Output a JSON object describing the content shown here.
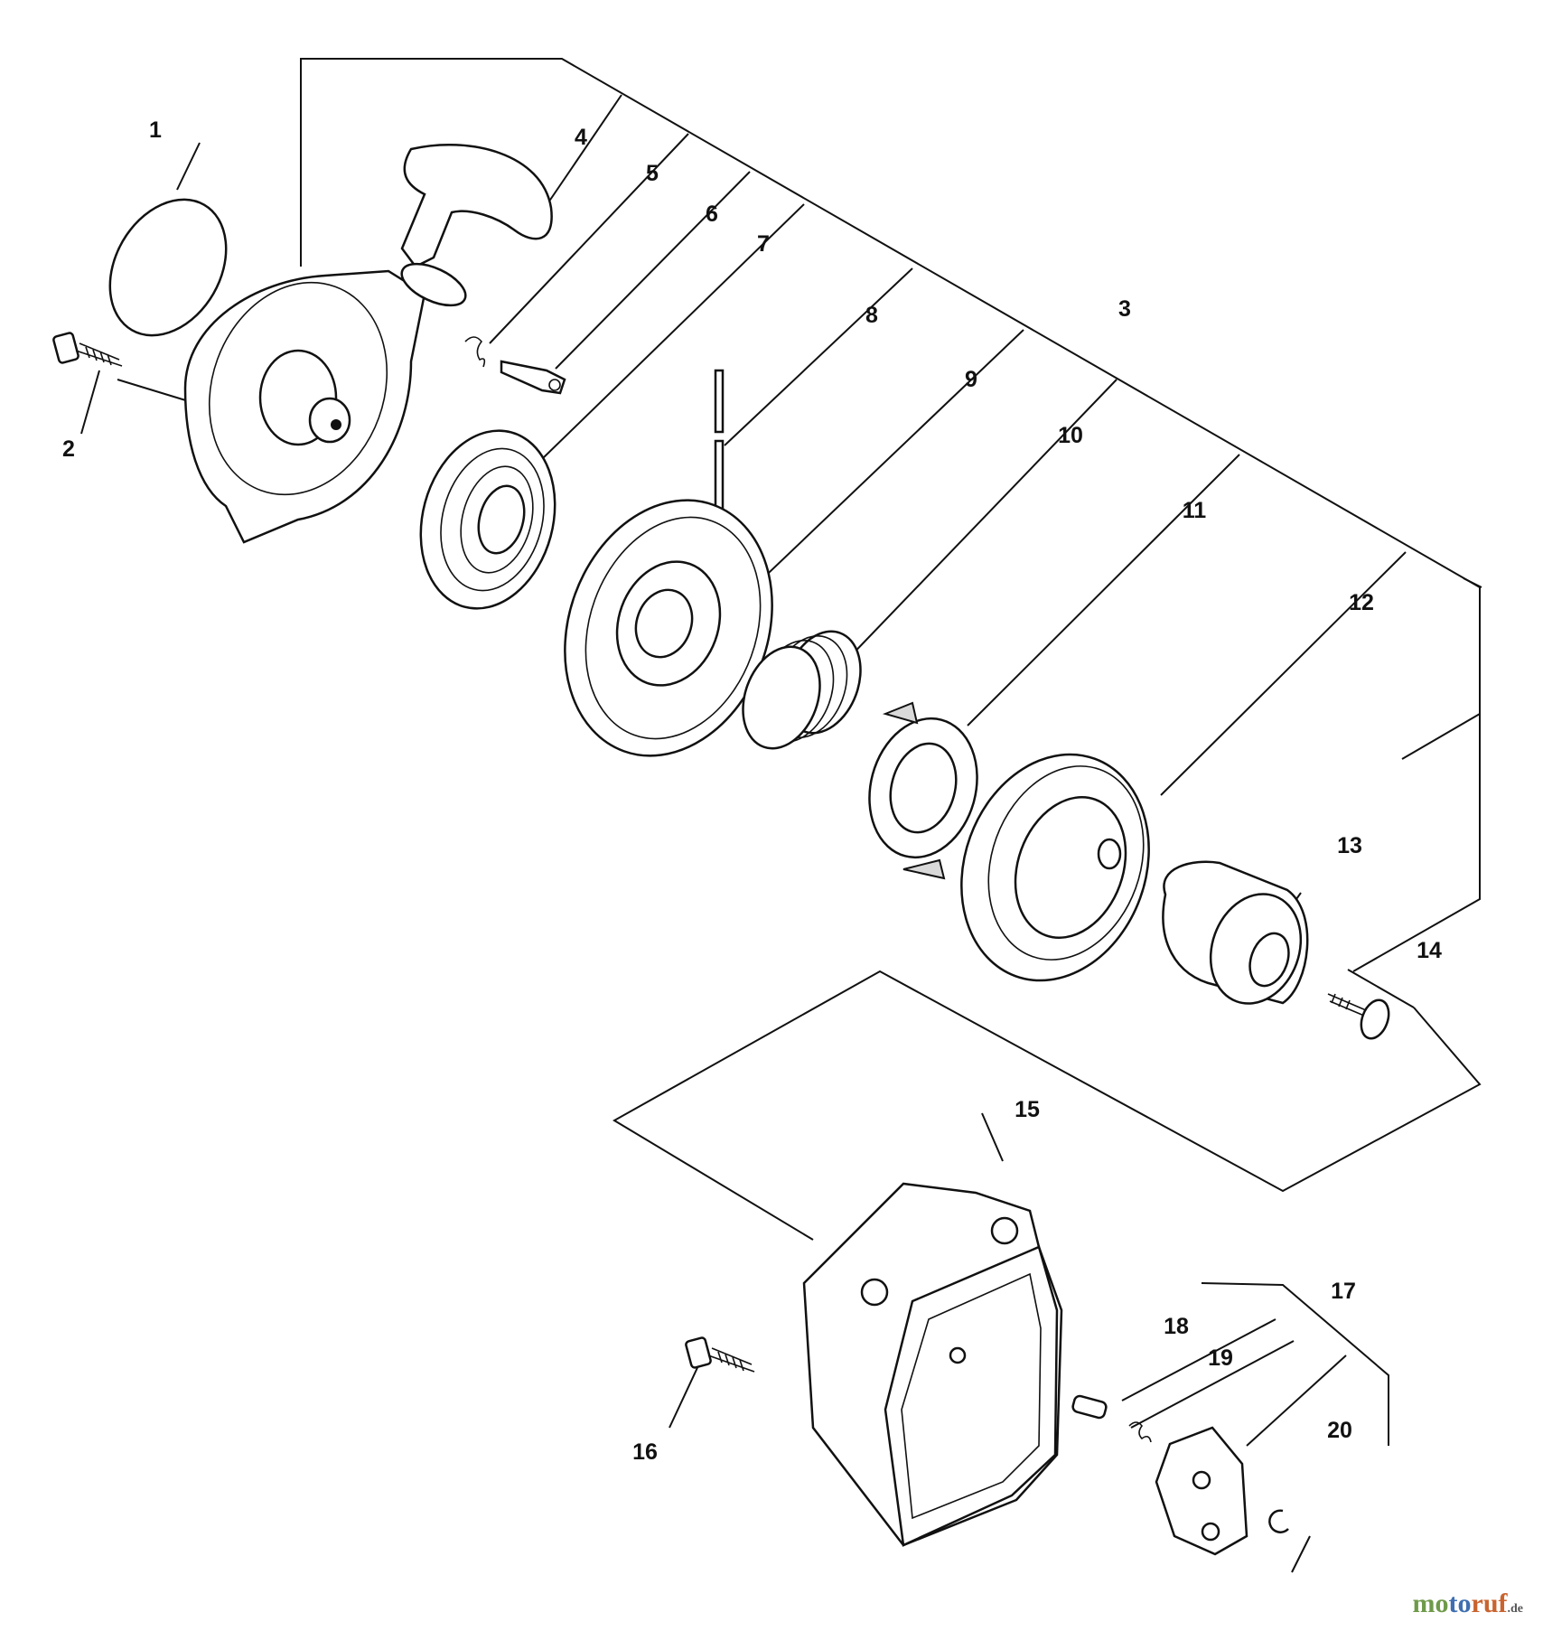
{
  "diagram": {
    "callouts": [
      {
        "id": "1",
        "label": "1"
      },
      {
        "id": "2",
        "label": "2"
      },
      {
        "id": "3",
        "label": "3"
      },
      {
        "id": "4",
        "label": "4"
      },
      {
        "id": "5",
        "label": "5"
      },
      {
        "id": "6",
        "label": "6"
      },
      {
        "id": "7",
        "label": "7"
      },
      {
        "id": "8",
        "label": "8"
      },
      {
        "id": "9",
        "label": "9"
      },
      {
        "id": "10",
        "label": "10"
      },
      {
        "id": "11",
        "label": "11"
      },
      {
        "id": "12",
        "label": "12"
      },
      {
        "id": "13",
        "label": "13"
      },
      {
        "id": "14",
        "label": "14"
      },
      {
        "id": "15",
        "label": "15"
      },
      {
        "id": "16",
        "label": "16"
      },
      {
        "id": "17",
        "label": "17"
      },
      {
        "id": "18",
        "label": "18"
      },
      {
        "id": "19",
        "label": "19"
      },
      {
        "id": "20",
        "label": "20"
      }
    ]
  },
  "watermark": {
    "part1": "mo",
    "part2": "to",
    "part3": "ruf",
    "suffix": ".de"
  }
}
